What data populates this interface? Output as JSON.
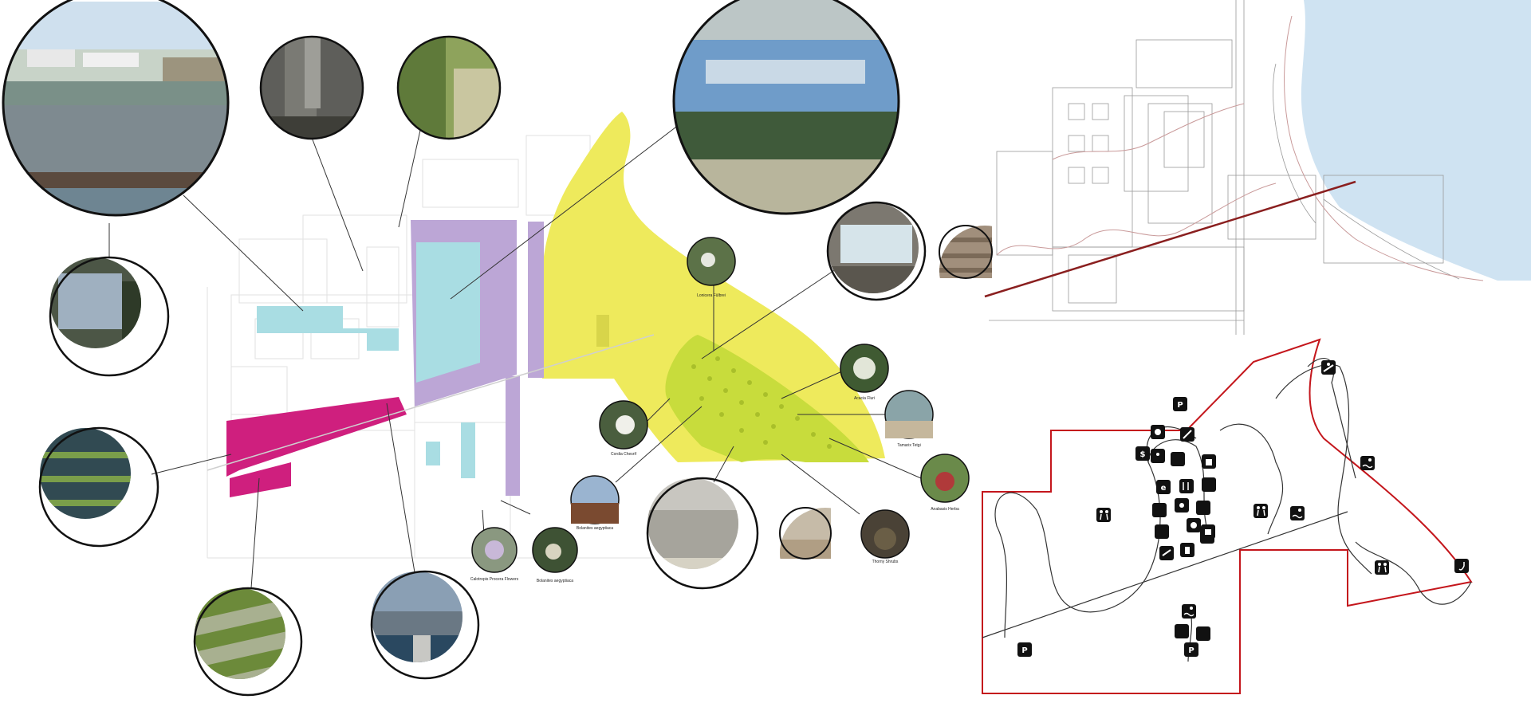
{
  "colors": {
    "water": "#a9dde3",
    "residential": "#bca6d6",
    "dunes": "#eeea5c",
    "planting": "#c8dc3c",
    "magenta": "#cf1f7e",
    "sea": "#cfe3f2",
    "boundary": "#c4161c",
    "icon": "#111111"
  },
  "plant_labels": {
    "lonicera": "Lonicera Fülbrei",
    "acacia": "Acacia Fluri",
    "tamarix": "Tamarix Tetgi",
    "cordia": "Cordia Chesrif",
    "anabasis": "Anabasis Herba",
    "bolanites": "Bolanites aegyptiaca",
    "bolanites2": "Bolanites aegyptiaca",
    "calotropis": "Calotropis Procera Flowers",
    "thorny": "Thorny Shrubs"
  },
  "map_icons": {
    "parking": "P",
    "currency": "$",
    "internet": "e",
    "walking": "hikers-icon",
    "swimming": "swimmer-icon",
    "surfing": "surfer-icon",
    "shopping": "bag-icon",
    "dining": "cutlery-icon",
    "tennis": "tennis-icon",
    "diving": "snorkel-icon"
  }
}
